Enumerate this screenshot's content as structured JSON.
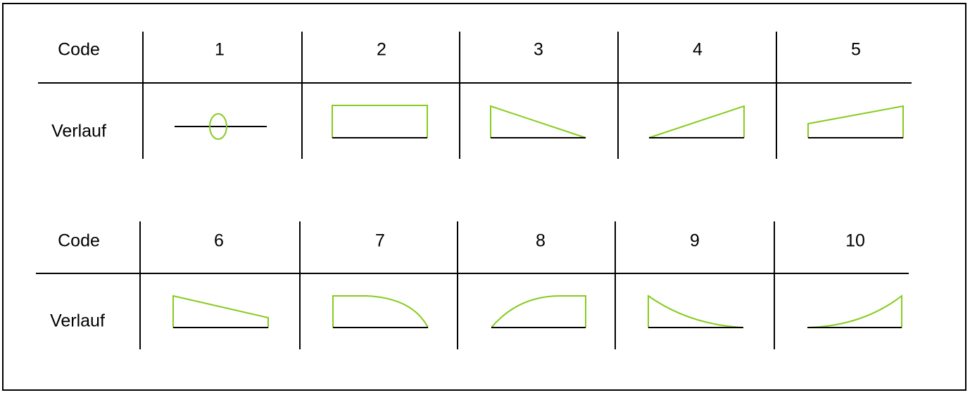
{
  "colors": {
    "shape": "#86cc1e",
    "line": "#000000"
  },
  "rows": [
    {
      "header_label": "Code",
      "row_label": "Verlauf",
      "codes": [
        {
          "code": "1",
          "shape": "point-circle"
        },
        {
          "code": "2",
          "shape": "constant"
        },
        {
          "code": "3",
          "shape": "linear-decreasing"
        },
        {
          "code": "4",
          "shape": "linear-increasing"
        },
        {
          "code": "5",
          "shape": "linear-increasing-offset"
        }
      ]
    },
    {
      "header_label": "Code",
      "row_label": "Verlauf",
      "codes": [
        {
          "code": "6",
          "shape": "linear-decreasing-offset"
        },
        {
          "code": "7",
          "shape": "concave-decreasing"
        },
        {
          "code": "8",
          "shape": "concave-increasing"
        },
        {
          "code": "9",
          "shape": "convex-decreasing"
        },
        {
          "code": "10",
          "shape": "convex-increasing"
        }
      ]
    }
  ]
}
